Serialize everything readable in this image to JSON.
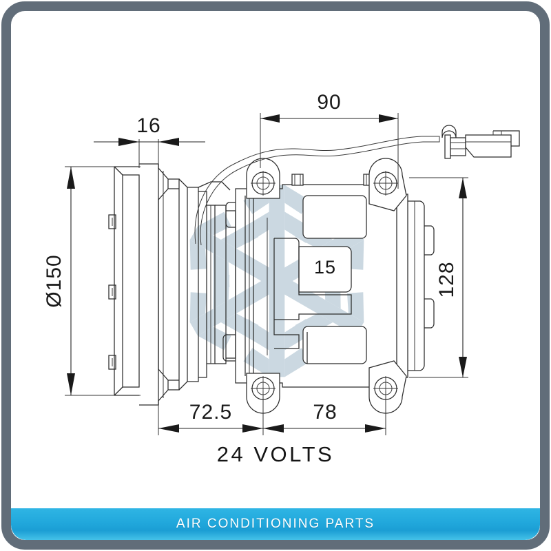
{
  "product": {
    "type": "technical-drawing",
    "subject": "air conditioning compressor with clutch pulley",
    "voltage_label": "24 VOLTS"
  },
  "banner": {
    "text": "AIR CONDITIONING PARTS",
    "background_color": "#21a8dc",
    "text_color": "#ffffff"
  },
  "frame": {
    "border_color": "#616d79",
    "background_color": "#ffffff"
  },
  "watermark": {
    "name": "snowflake-watermark",
    "color": "#c3d2dc"
  },
  "dimensions": {
    "pulley_diameter": "Ø150",
    "belt_groove_width": "16",
    "wire_harness_length": "90",
    "body_height": "128",
    "clutch_to_mount": "72.5",
    "mount_to_rear": "78",
    "port_label": "15"
  },
  "labels": {
    "dia150": "Ø150",
    "d16": "16",
    "d90": "90",
    "d128": "128",
    "d72_5": "72.5",
    "d78": "78",
    "port15": "15",
    "volts": "24 VOLTS"
  }
}
